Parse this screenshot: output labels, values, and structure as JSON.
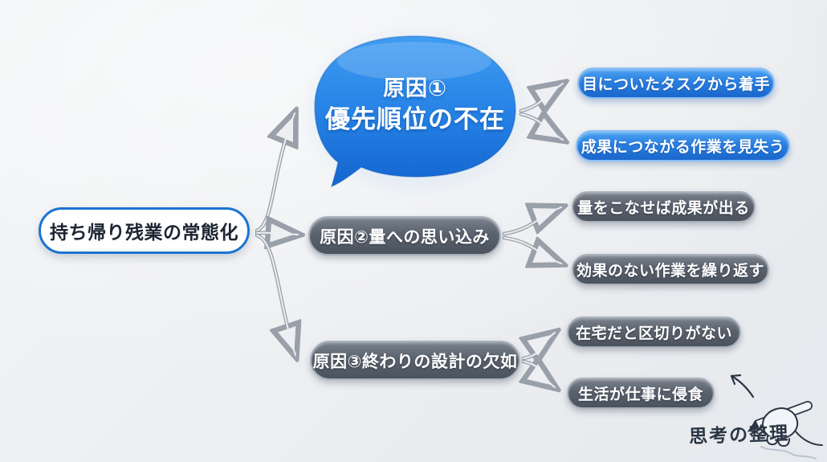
{
  "diagram": {
    "root": {
      "label": "持ち帰り残業の常態化"
    },
    "cause1": {
      "line1": "原因①",
      "line2": "優先順位の不在",
      "children": [
        "目についたタスクから着手",
        "成果につながる作業を見失う"
      ]
    },
    "cause2": {
      "label": "原因②量への思い込み",
      "children": [
        "量をこなせば成果が出る",
        "効果のない作業を繰り返す"
      ]
    },
    "cause3": {
      "label": "原因③終わりの設計の欠如",
      "children": [
        "在宅だと区切りがない",
        "生活が仕事に侵食"
      ]
    },
    "watermark": "思考の整理"
  },
  "colors": {
    "background": "#edeff1",
    "bubble_blue_top": "#3f9cf2",
    "bubble_blue_bottom": "#1465cf",
    "pill_blue": "#2a7fe0",
    "pill_blue_border": "#8cc0f4",
    "pill_gray": "#5a626e",
    "pill_gray_border": "#a9b1ba",
    "root_border_blue": "#1b74d0",
    "text_dark": "#1d2532",
    "text_white": "#ffffff",
    "connector_gray": "#99a0a9",
    "sketch_navy": "#2b3644"
  }
}
